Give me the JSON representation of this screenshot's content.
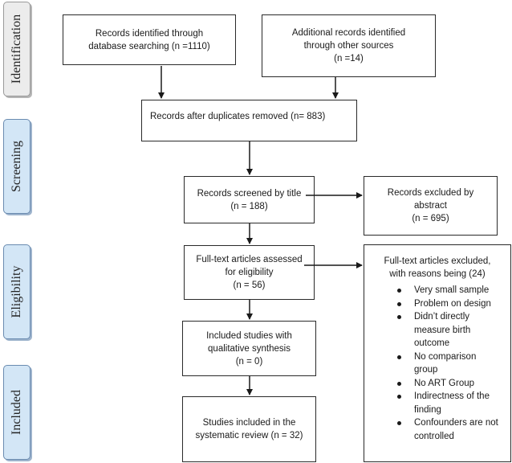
{
  "stages": {
    "identification": "Identification",
    "screening": "Screening",
    "eligibility": "Eligibility",
    "included": "Included"
  },
  "boxes": {
    "database": {
      "line1": "Records identified through",
      "line2": "database searching (n =1110)"
    },
    "other": {
      "line1": "Additional records identified",
      "line2": "through other sources",
      "line3": "(n =14)"
    },
    "duplicates": {
      "line1": "Records after duplicates removed (n= 883)"
    },
    "screened": {
      "line1": "Records screened by title",
      "line2": "(n = 188)"
    },
    "excluded_abstract": {
      "line1": "Records excluded by",
      "line2": "abstract",
      "line3": "(n = 695)"
    },
    "fulltext": {
      "line1": "Full-text articles assessed",
      "line2": "for eligibility",
      "line3": "(n = 56)"
    },
    "fulltext_excluded": {
      "line1": "Full-text articles excluded,",
      "line2": "with reasons being (24)",
      "reasons": [
        "Very small sample",
        "Problem on design",
        "Didn’t directly measure birth outcome",
        "No comparison group",
        "No ART Group",
        "Indirectness of the finding",
        "Confounders are not controlled"
      ]
    },
    "qualitative": {
      "line1": "Included studies with",
      "line2": "qualitative synthesis",
      "line3": "(n = 0)"
    },
    "systematic": {
      "line1": "Studies included in the",
      "line2": "systematic review (n = 32)"
    }
  }
}
